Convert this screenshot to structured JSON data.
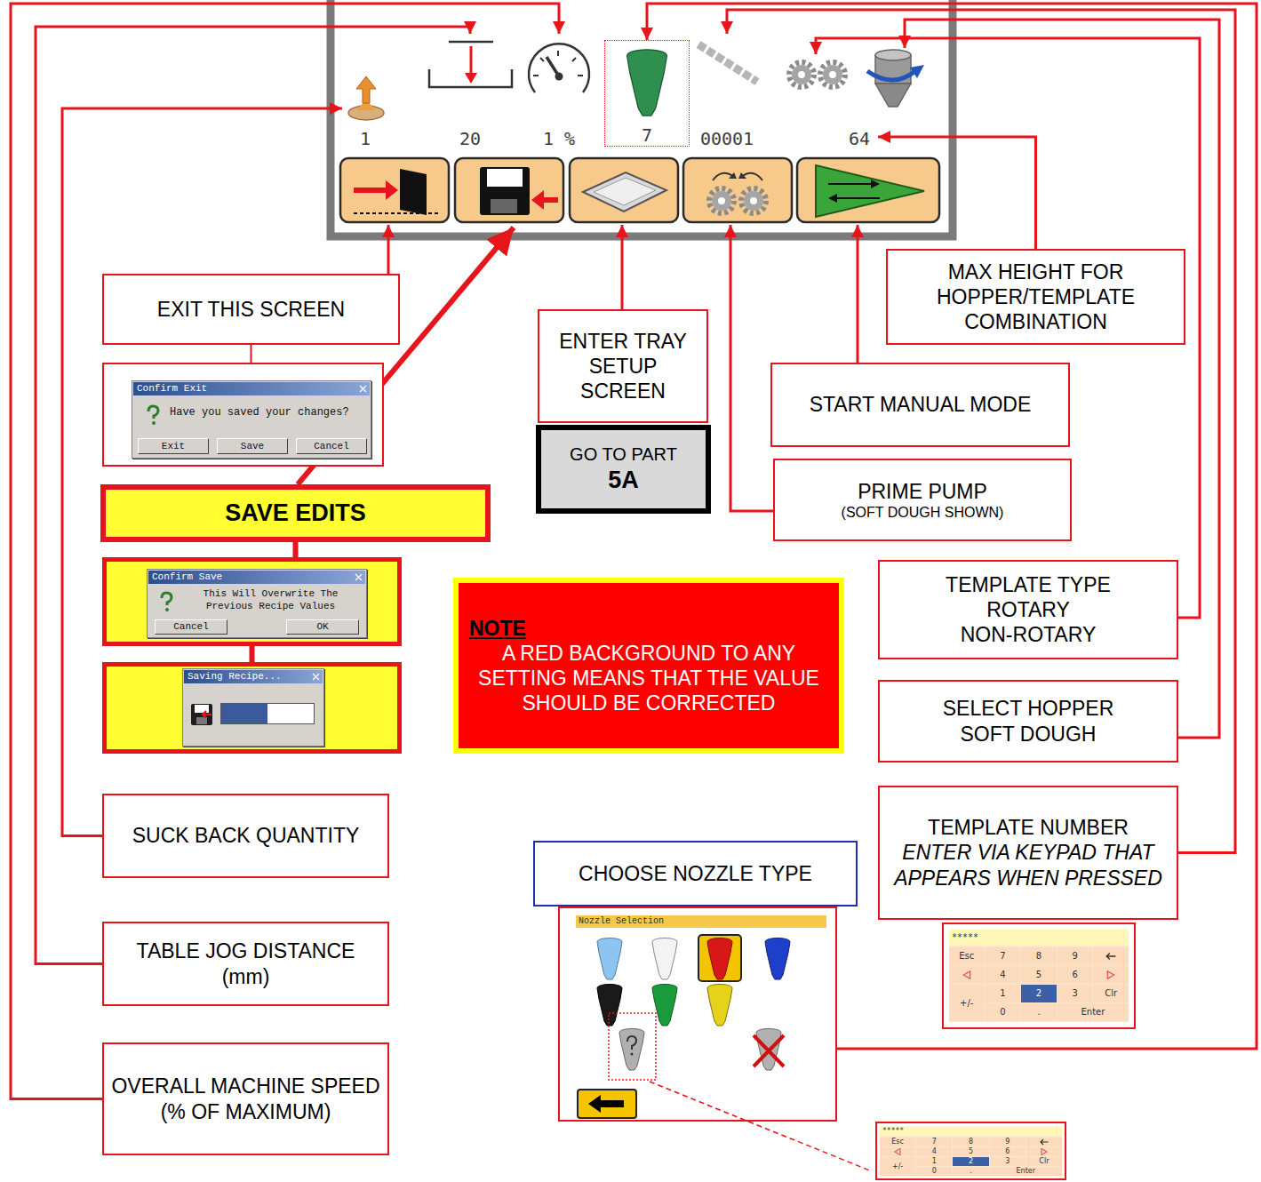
{
  "diagram": {
    "nodes": [
      {
        "text": [
          "1"
        ]
      },
      {
        "text": [
          "20"
        ]
      },
      {
        "text": [
          "1 %"
        ]
      },
      {
        "text": [
          "7"
        ]
      },
      {
        "text": [
          "00001"
        ]
      },
      {
        "text": [
          "64"
        ]
      },
      {
        "text": [
          "EXIT THIS SCREEN"
        ]
      },
      {
        "text": [
          "Confirm Exit",
          "Have you saved your changes?",
          "Exit",
          "Save",
          "Cancel"
        ]
      },
      {
        "text": [
          "SAVE EDITS"
        ]
      },
      {
        "text": [
          "Confirm Save",
          "This Will Overwrite The Previous Recipe Values",
          "Cancel",
          "OK"
        ]
      },
      {
        "text": [
          "Saving Recipe..."
        ]
      },
      {
        "text": [
          "ENTER TRAY SETUP SCREEN"
        ]
      },
      {
        "text": [
          "GO TO PART",
          "5A"
        ]
      },
      {
        "text": [
          "MAX HEIGHT FOR HOPPER/TEMPLATE COMBINATION"
        ]
      },
      {
        "text": [
          "START MANUAL MODE"
        ]
      },
      {
        "text": [
          "PRIME PUMP",
          "(SOFT DOUGH SHOWN)"
        ]
      },
      {
        "text": [
          "NOTE",
          "A RED BACKGROUND TO ANY SETTING MEANS THAT THE VALUE SHOULD BE CORRECTED"
        ]
      },
      {
        "text": [
          "TEMPLATE TYPE",
          "ROTARY",
          "NON-ROTARY"
        ]
      },
      {
        "text": [
          "SELECT HOPPER",
          "SOFT DOUGH"
        ]
      },
      {
        "text": [
          "SUCK BACK QUANTITY"
        ]
      },
      {
        "text": [
          "TEMPLATE NUMBER",
          "ENTER VIA KEYPAD THAT APPEARS WHEN PRESSED"
        ]
      },
      {
        "text": [
          "CHOOSE NOZZLE TYPE"
        ]
      },
      {
        "text": [
          "*****",
          "Esc",
          "7",
          "8",
          "9",
          "4",
          "5",
          "6",
          "+/-",
          "1",
          "2",
          "3",
          "Clr",
          "0",
          ".",
          "Enter"
        ]
      },
      {
        "text": [
          "Nozzle Selection"
        ]
      },
      {
        "text": [
          "TABLE JOG DISTANCE (mm)"
        ]
      },
      {
        "text": [
          "OVERALL MACHINE SPEED (% OF MAXIMUM)"
        ]
      },
      {
        "text": [
          "*****",
          "Esc",
          "7",
          "8",
          "9",
          "4",
          "5",
          "6",
          "+/-",
          "1",
          "2",
          "3",
          "Clr",
          "0",
          ".",
          "Enter"
        ]
      }
    ],
    "edges": [
      {
        "from": 19,
        "to": 0,
        "arrow": "to"
      },
      {
        "from": 24,
        "to": 1,
        "arrow": "to"
      },
      {
        "from": 25,
        "to": 2,
        "arrow": "to"
      },
      {
        "from": 6,
        "to": 7,
        "arrow": "none"
      },
      {
        "from": 8,
        "to": 9,
        "arrow": "none"
      },
      {
        "from": 9,
        "to": 10,
        "arrow": "none"
      },
      {
        "from": 13,
        "to": 5,
        "arrow": "to"
      },
      {
        "from": 23,
        "to": 3,
        "arrow": "to"
      },
      {
        "from": 20,
        "to": 4,
        "arrow": "to"
      }
    ]
  }
}
